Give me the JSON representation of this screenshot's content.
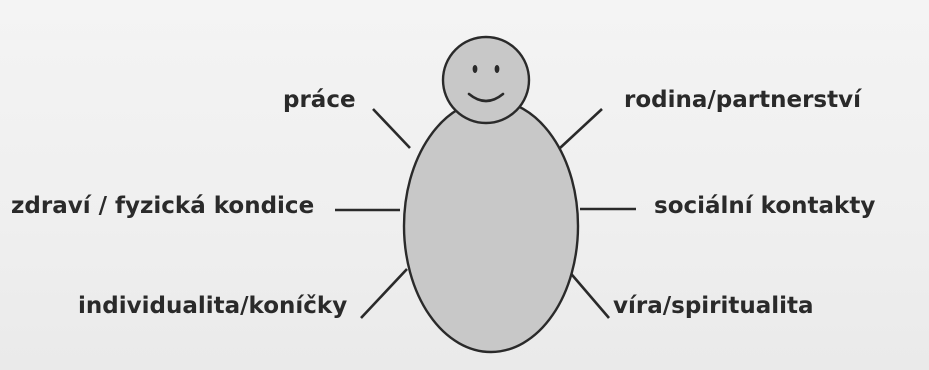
{
  "labels": {
    "work": "práce",
    "family": "rodina/partnerství",
    "health": "zdraví / fyzická kondice",
    "social": "sociální kontakty",
    "individuality": "individualita/koníčky",
    "faith": "víra/spiritualita"
  },
  "colors": {
    "figure_fill": "#c8c8c8",
    "figure_stroke": "#2a2a2a",
    "text": "#2a2a2a"
  }
}
